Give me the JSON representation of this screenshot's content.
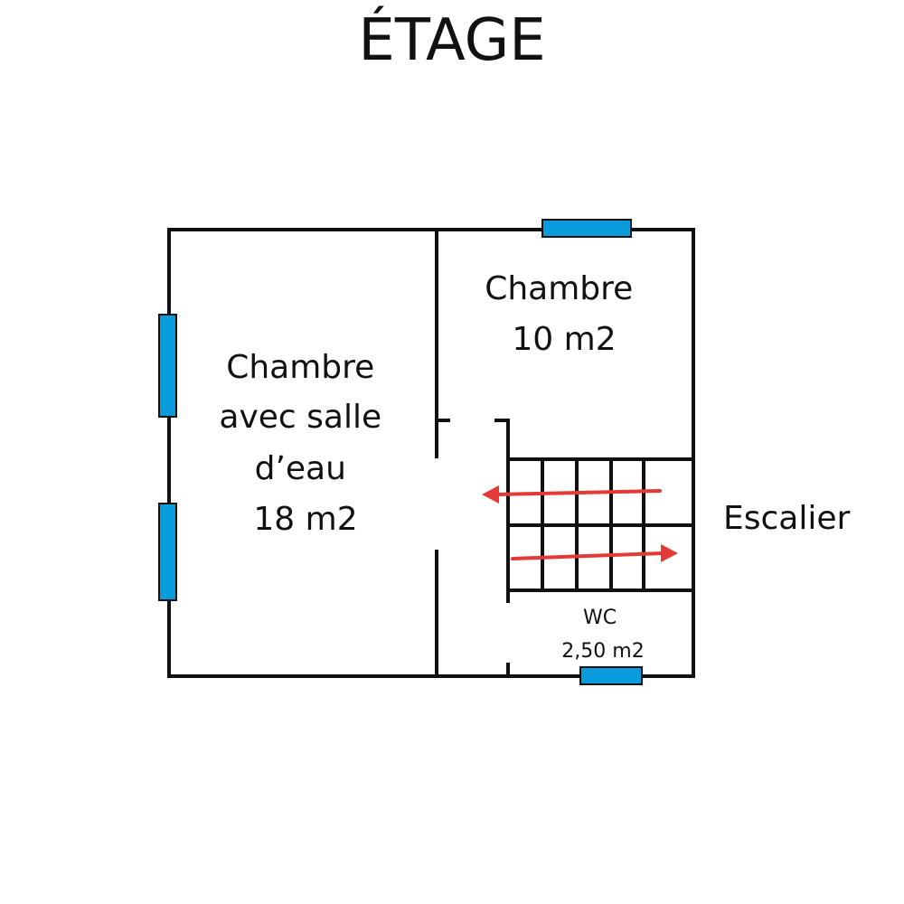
{
  "title": "ÉTAGE",
  "rooms": {
    "master": {
      "lines": [
        "Chambre",
        "avec salle",
        "d’eau",
        "18 m2"
      ]
    },
    "bedroom": {
      "lines": [
        "Chambre",
        "10 m2"
      ]
    },
    "wc": {
      "lines": [
        "WC",
        "2,50 m2"
      ]
    }
  },
  "stairs": {
    "label": "Escalier"
  },
  "colors": {
    "wall": "#111111",
    "window": "#0a9bdc",
    "arrow": "#e53935",
    "background": "#ffffff"
  }
}
